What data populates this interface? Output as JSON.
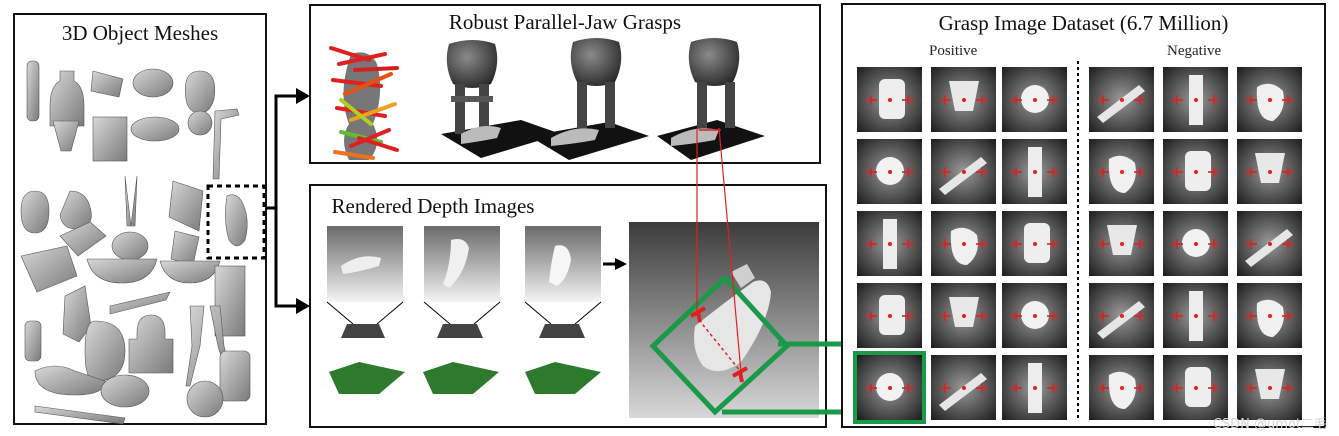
{
  "meshes": {
    "title": "3D Object Meshes"
  },
  "grasps": {
    "title": "Robust Parallel-Jaw Grasps"
  },
  "depth": {
    "title": "Rendered Depth Images"
  },
  "dataset": {
    "title": "Grasp Image Dataset (6.7 Million)",
    "positive_label": "Positive",
    "negative_label": "Negative"
  },
  "watermark": "CSDN @umot二毛",
  "colors": {
    "border": "#111111",
    "grasp_marker": "#e02020",
    "highlight": "#1a9a48"
  }
}
